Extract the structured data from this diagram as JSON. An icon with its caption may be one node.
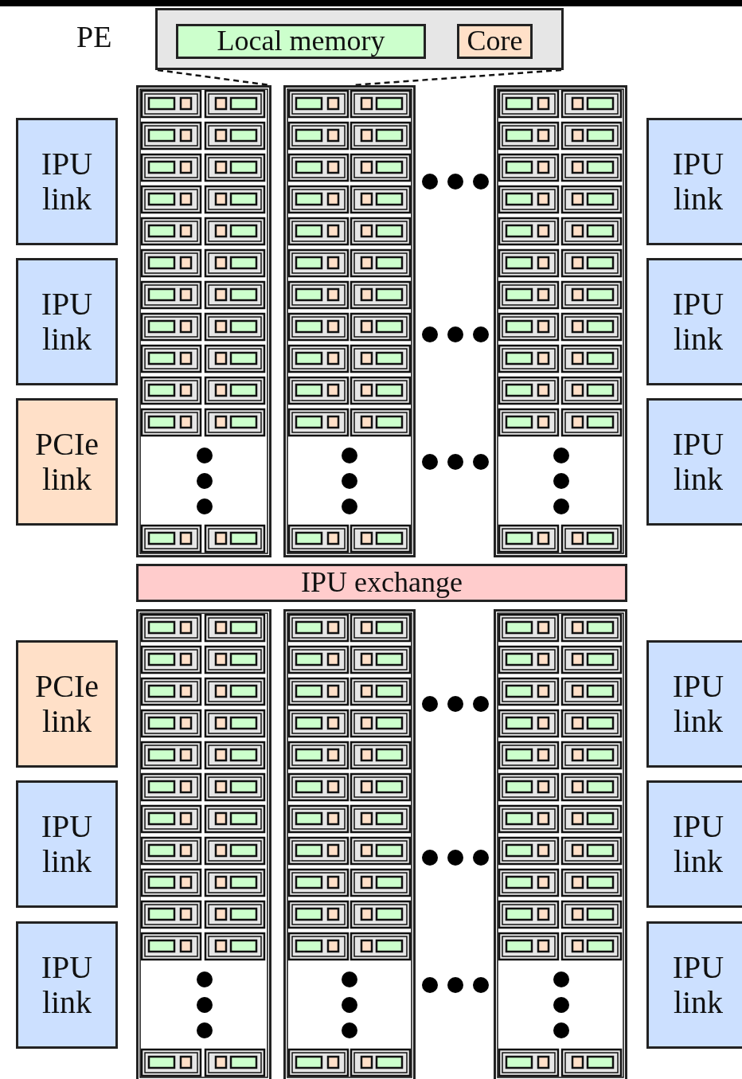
{
  "diagram": {
    "nodes": [
      {
        "text": [],
        "shape": "box",
        "beside": [
          "PE"
        ]
      },
      {
        "text": [
          "Local memory"
        ],
        "in": 0
      },
      {
        "text": [
          "Core"
        ],
        "in": 0
      },
      {
        "text": [
          "IPU link"
        ]
      },
      {
        "text": [
          "IPU link"
        ]
      },
      {
        "text": [
          "PCIe link"
        ]
      },
      {
        "text": [
          "PCIe link"
        ]
      },
      {
        "text": [
          "IPU link"
        ]
      },
      {
        "text": [
          "IPU link"
        ]
      },
      {
        "text": [
          "IPU link"
        ]
      },
      {
        "text": [
          "IPU link"
        ]
      },
      {
        "text": [
          "IPU link"
        ]
      },
      {
        "text": [
          "IPU exchange"
        ]
      },
      {
        "text": [
          "IPU link"
        ]
      },
      {
        "text": [
          "IPU link"
        ]
      },
      {
        "text": [
          "IPU link"
        ]
      },
      {
        "text": [],
        "shape": "box"
      },
      {
        "text": [],
        "shape": "box"
      },
      {
        "text": [],
        "shape": "box"
      },
      {
        "text": [],
        "shape": "box"
      },
      {
        "text": [],
        "shape": "box"
      },
      {
        "text": [],
        "shape": "box"
      }
    ],
    "edges": [
      {
        "from": 0,
        "to": 16,
        "arrow": "none",
        "style": "dashed"
      },
      {
        "from": 0,
        "to": 17,
        "arrow": "none",
        "style": "dashed"
      }
    ]
  }
}
